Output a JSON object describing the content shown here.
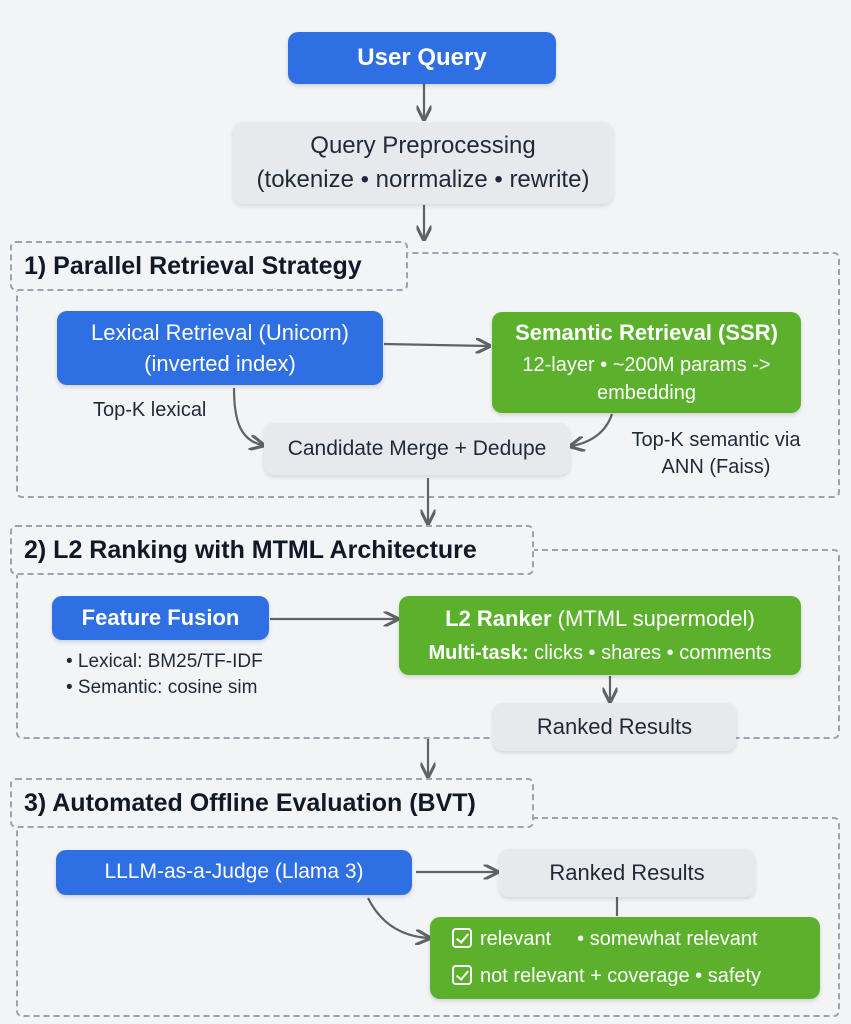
{
  "nodes": {
    "user_query": "User Query",
    "preprocess_title": "Query Preprocessing",
    "preprocess_sub": "(tokenize • norrmalize • rewrite)",
    "lexical_title": "Lexical Retrieval (Unicorn)",
    "lexical_sub": "(inverted index)",
    "semantic_title": "Semantic Retrieval (SSR)",
    "semantic_sub1": "12-layer • ~200M params ->",
    "semantic_sub2": "embedding",
    "merge": "Candidate Merge + Dedupe",
    "feature_fusion": "Feature Fusion",
    "l2_title_bold": "L2 Ranker",
    "l2_title_rest": "(MTML supermodel)",
    "l2_sub_bold": "Multi-task:",
    "l2_sub_rest": "clicks • shares • comments",
    "ranked_results_1": "Ranked Results",
    "judge": "LLLM-as-a-Judge (Llama 3)",
    "ranked_results_2": "Ranked Results",
    "eval_line1_a": "relevant",
    "eval_line1_b": "• somewhat relevant",
    "eval_line2": "not relevant + coverage • safety"
  },
  "sections": {
    "s1": "1) Parallel Retrieval Strategy",
    "s2": "2) L2 Ranking with MTML Architecture",
    "s3": "3) Automated Offline Evaluation (BVT)"
  },
  "labels": {
    "topk_lexical": "Top-K lexical",
    "topk_semantic1": "Top-K semantic via",
    "topk_semantic2": "ANN (Faiss)",
    "fusion_lexical": "• Lexical: BM25/TF-IDF",
    "fusion_semantic": "• Semantic: cosine sim"
  },
  "icons": {
    "checkbox": "checkbox-check-icon"
  },
  "colors": {
    "blue": "#2f6fe4",
    "green": "#5bb12c",
    "gray": "#e8e9ec",
    "arrow": "#5f6368",
    "border": "#9ca3af"
  }
}
